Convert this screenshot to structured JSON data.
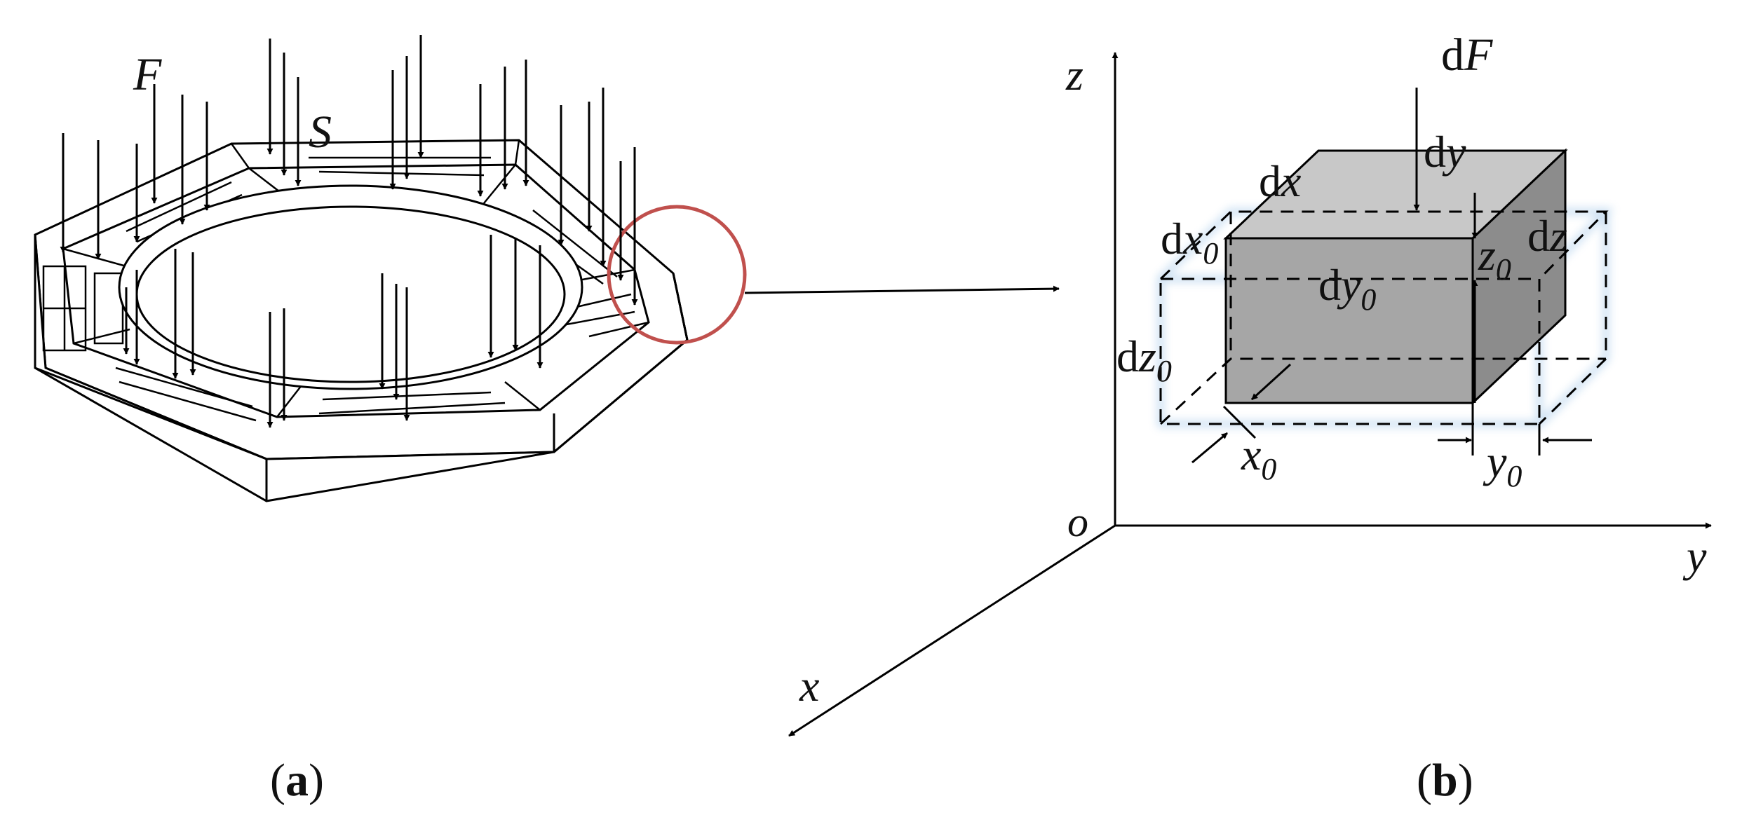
{
  "panel_a": {
    "caption_open": "(",
    "caption_letter": "a",
    "caption_close": ")",
    "force_label": "F",
    "surface_label": "S",
    "highlight_color": "#c0504d"
  },
  "panel_b": {
    "caption_open": "(",
    "caption_letter": "b",
    "caption_close": ")",
    "axis_z": "z",
    "axis_y": "y",
    "axis_x": "x",
    "origin": "o",
    "dF": {
      "d": "d",
      "v": "F"
    },
    "dx": {
      "d": "d",
      "v": "x"
    },
    "dy": {
      "d": "d",
      "v": "y"
    },
    "dz": {
      "d": "d",
      "v": "z"
    },
    "dx0": {
      "d": "d",
      "v": "x",
      "sub": "0"
    },
    "dy0": {
      "d": "d",
      "v": "y",
      "sub": "0"
    },
    "dz0": {
      "d": "d",
      "v": "z",
      "sub": "0"
    },
    "z0": {
      "v": "z",
      "sub": "0"
    },
    "x0": {
      "v": "x",
      "sub": "0"
    },
    "y0": {
      "v": "y",
      "sub": "0"
    },
    "box_front_color": "#a6a6a6",
    "box_top_color": "#c8c8c8",
    "box_side_color": "#8c8c8c"
  }
}
